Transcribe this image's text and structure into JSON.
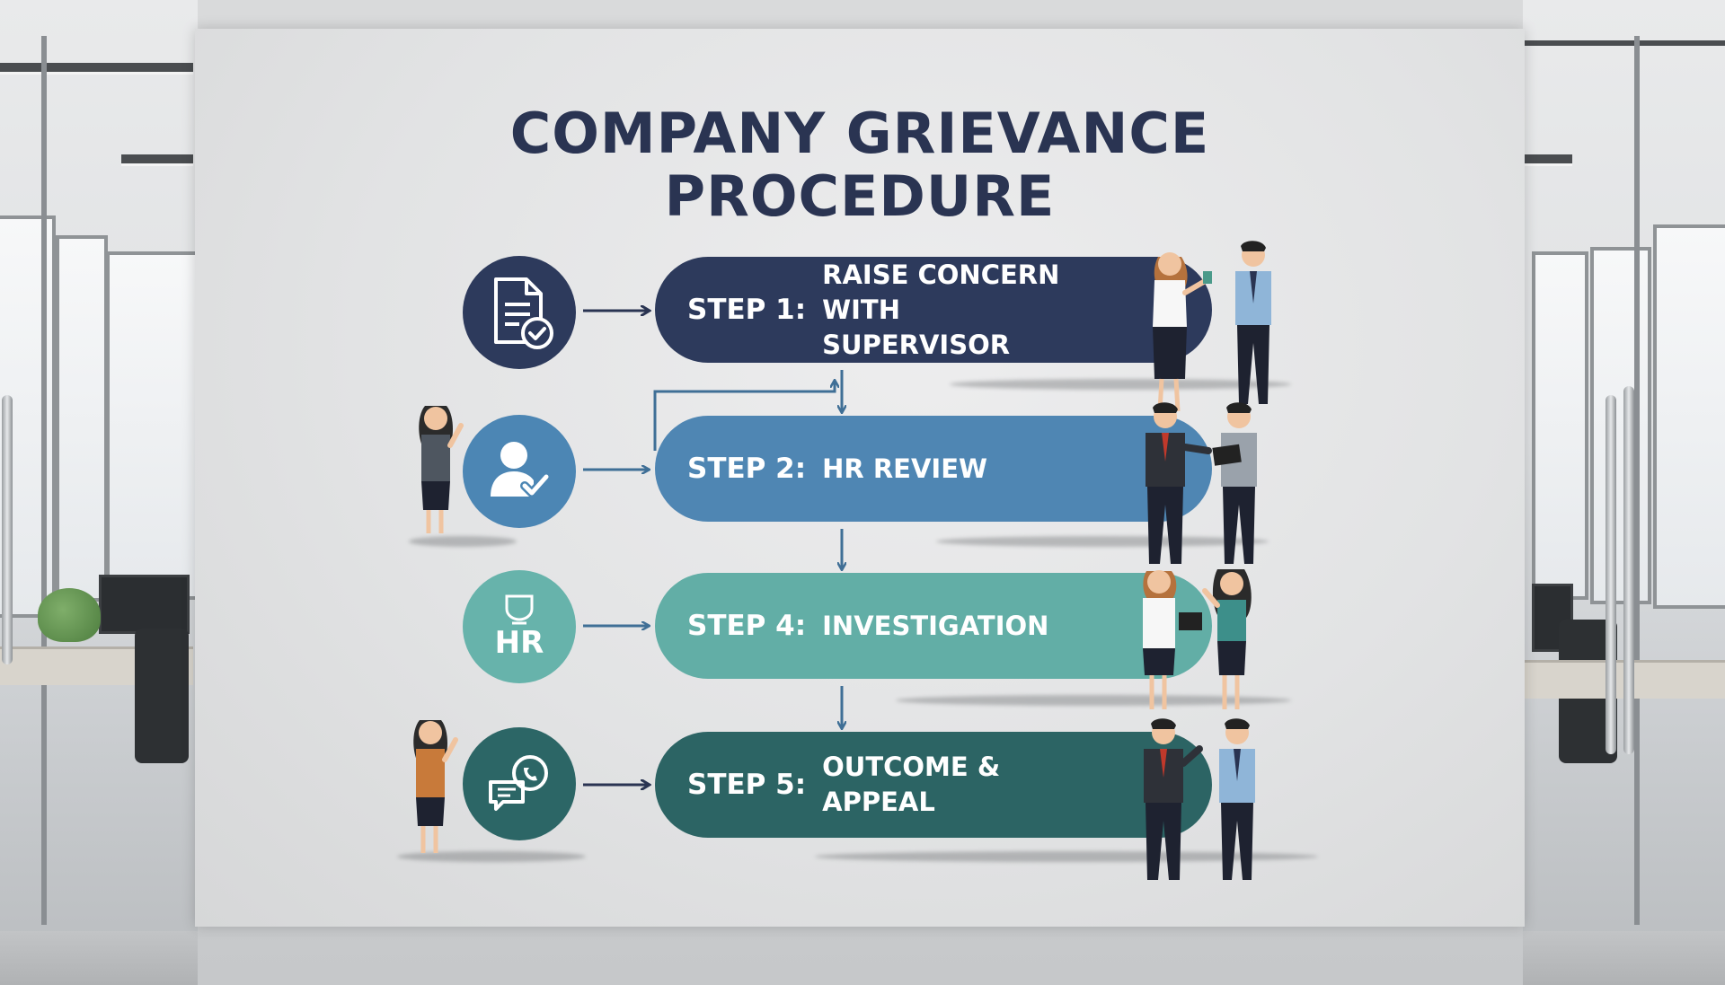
{
  "title": {
    "line1": "COMPANY GRIEVANCE",
    "line2": "PROCEDURE"
  },
  "steps": [
    {
      "number": "STEP 1:",
      "label": "RAISE CONCERN WITH SUPERVISOR",
      "color": "#2d3a5c",
      "icon": "document-check-icon"
    },
    {
      "number": "STEP 2:",
      "label": "HR REVIEW",
      "color": "#4f86b3",
      "icon": "person-check-icon"
    },
    {
      "number": "STEP 4:",
      "label": "INVESTIGATION",
      "color": "#62aea6",
      "icon": "hr-badge-icon",
      "icon_text": "HR"
    },
    {
      "number": "STEP 5:",
      "label": "OUTCOME & APPEAL",
      "color": "#2c6464",
      "icon": "chat-phone-icon"
    }
  ],
  "colors": {
    "title": "#2a3452",
    "arrow": "#3f6f96",
    "wall": "#e4e5e6"
  }
}
